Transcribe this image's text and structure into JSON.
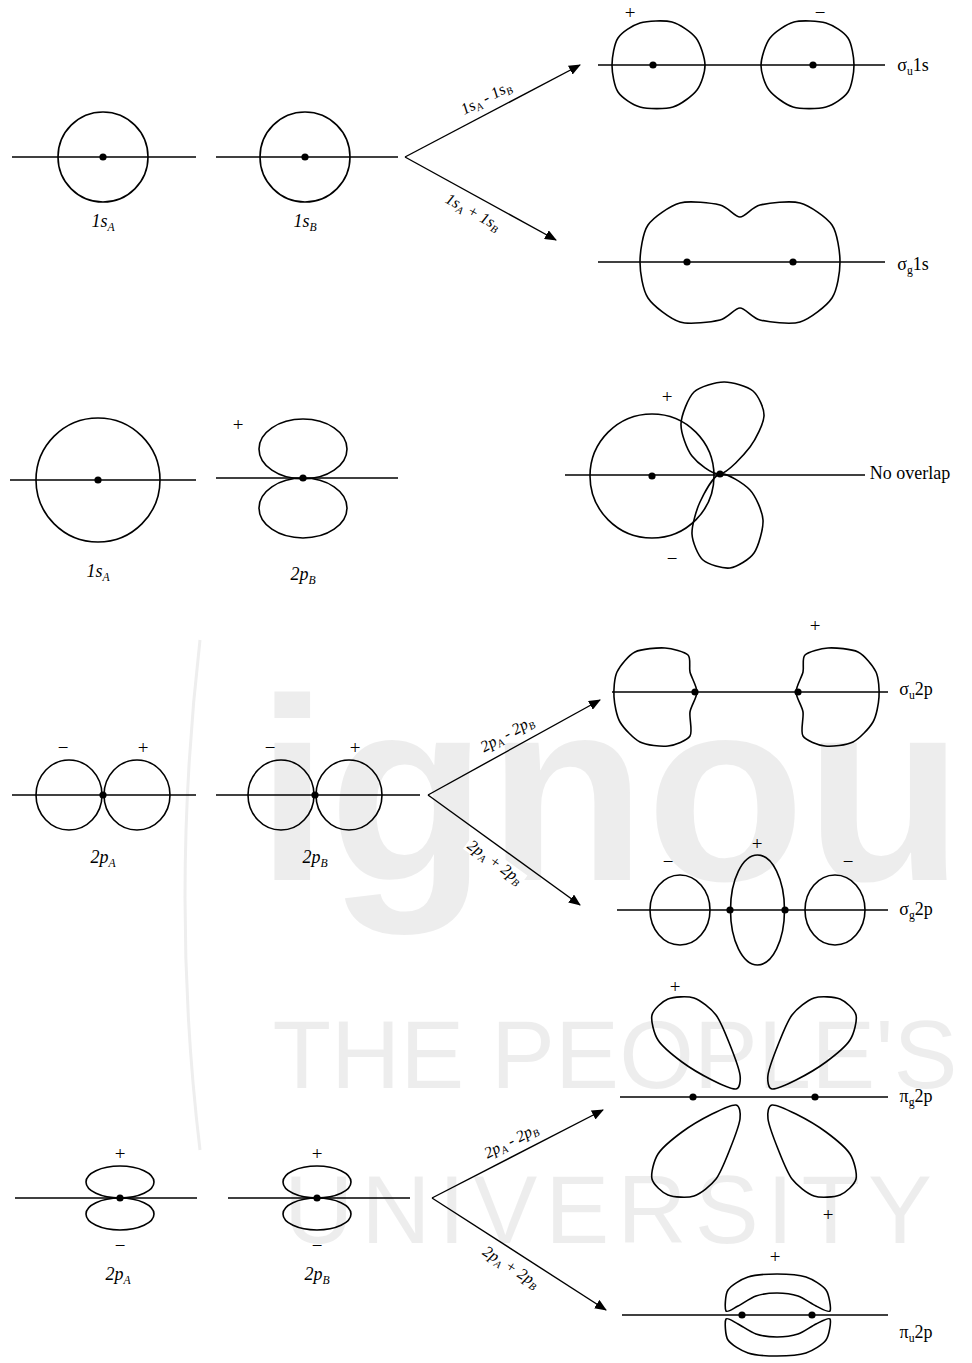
{
  "diagram": {
    "nodes": [
      {
        "text": [
          "1sA"
        ]
      },
      {
        "text": [
          "1sB"
        ]
      },
      {
        "text": [
          "σu1s"
        ]
      },
      {
        "text": [
          "σg1s"
        ]
      },
      {
        "text": [
          "1sA"
        ]
      },
      {
        "text": [
          "2pB"
        ]
      },
      {
        "text": [
          "No overlap"
        ]
      },
      {
        "text": [
          "2pA"
        ]
      },
      {
        "text": [
          "2pB"
        ]
      },
      {
        "text": [
          "σu2p"
        ]
      },
      {
        "text": [
          "σg2p"
        ]
      },
      {
        "text": [
          "2pA"
        ]
      },
      {
        "text": [
          "2pB"
        ]
      },
      {
        "text": [
          "πg2p"
        ]
      },
      {
        "text": [
          "πu2p"
        ]
      }
    ],
    "edges": [
      {
        "from": 1,
        "to": 2,
        "arrow": "to",
        "label": "1sA - 1sB"
      },
      {
        "from": 1,
        "to": 3,
        "arrow": "to",
        "label": "1sA + 1sB"
      },
      {
        "from": 8,
        "to": 9,
        "arrow": "to",
        "label": "2pA - 2pB"
      },
      {
        "from": 8,
        "to": 10,
        "arrow": "to",
        "label": "2pA + 2pB"
      },
      {
        "from": 12,
        "to": 13,
        "arrow": "to",
        "label": "2pA - 2pB"
      },
      {
        "from": 12,
        "to": 14,
        "arrow": "to",
        "label": "2pA + 2pB"
      }
    ],
    "labels": [
      "+",
      "−",
      "+",
      "+",
      "−",
      "−",
      "+",
      "−",
      "+",
      "+",
      "−",
      "+",
      "−",
      "+",
      "+",
      "+",
      "−",
      "+",
      "−",
      "+",
      "ignou",
      "THE PEOPLE'S",
      "UNIVERSITY"
    ]
  }
}
